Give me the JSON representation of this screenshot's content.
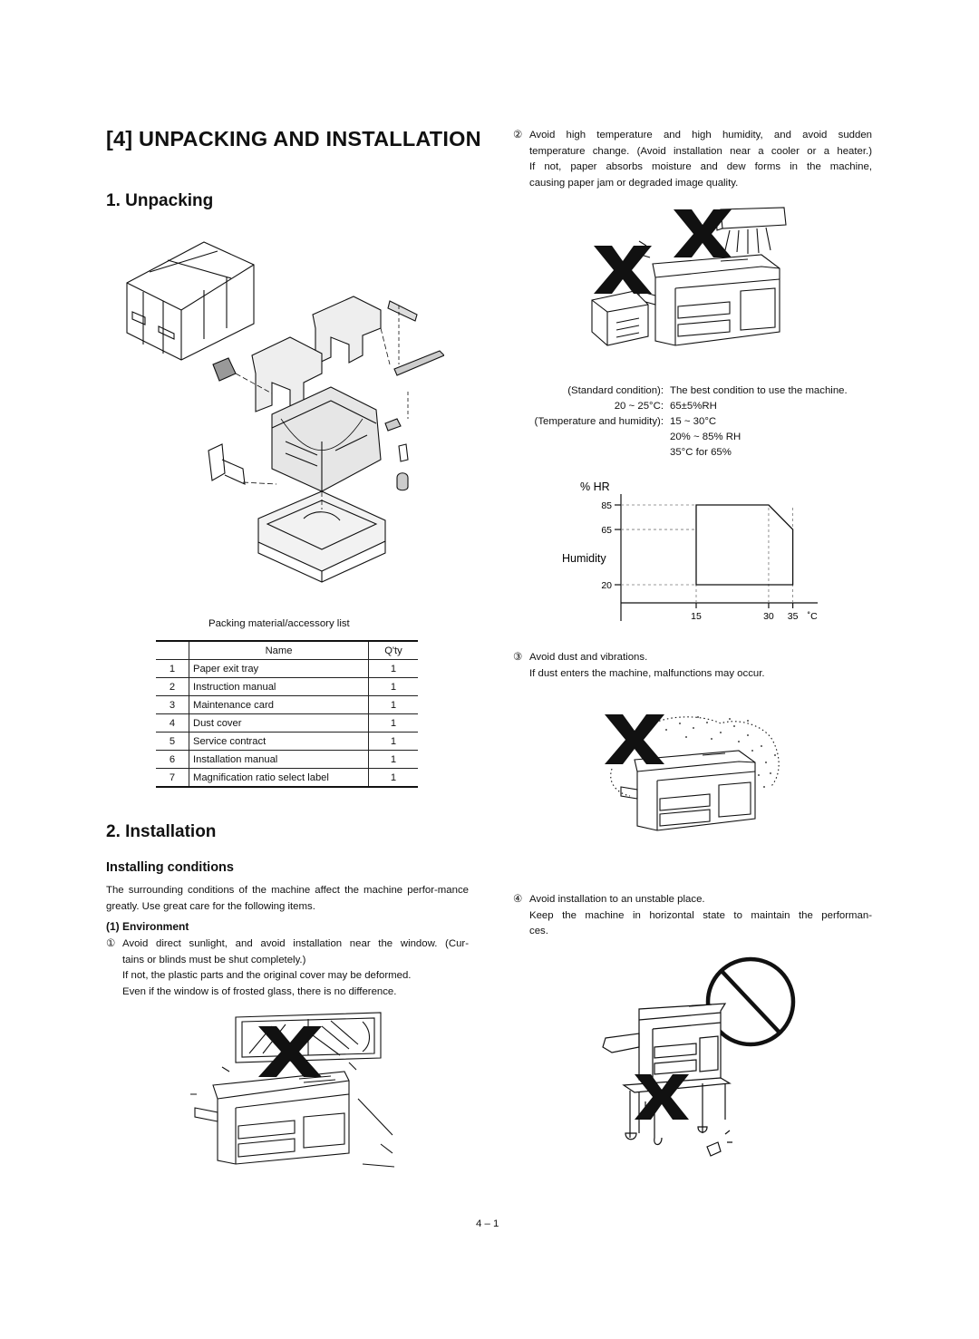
{
  "page": {
    "title": "[4] UNPACKING AND INSTALLATION",
    "section1_title": "1. Unpacking",
    "section2_title": "2. Installation",
    "subsection_title": "Installing conditions",
    "intro": "The surrounding conditions of the machine affect the machine perfor-mance greatly. Use great care for the following items.",
    "env_title": "(1) Environment",
    "page_number": "4 – 1"
  },
  "accessory_list": {
    "caption": "Packing material/accessory list",
    "header": {
      "name": "Name",
      "qty": "Q'ty"
    },
    "rows": [
      {
        "no": "1",
        "name": "Paper exit tray",
        "qty": "1"
      },
      {
        "no": "2",
        "name": "Instruction manual",
        "qty": "1"
      },
      {
        "no": "3",
        "name": "Maintenance card",
        "qty": "1"
      },
      {
        "no": "4",
        "name": "Dust cover",
        "qty": "1"
      },
      {
        "no": "5",
        "name": "Service contract",
        "qty": "1"
      },
      {
        "no": "6",
        "name": "Installation manual",
        "qty": "1"
      },
      {
        "no": "7",
        "name": "Magnification ratio select label",
        "qty": "1"
      }
    ]
  },
  "items": {
    "item1": {
      "num": "①",
      "line1": "Avoid direct sunlight, and avoid installation near the window. (Cur-",
      "line2": "tains or blinds must be shut completely.)",
      "line3": "If not, the plastic parts and the original cover may be deformed.",
      "line4": "Even if the window is of frosted glass, there is no difference."
    },
    "item2": {
      "num": "②",
      "line1": "Avoid high temperature and high humidity, and avoid sudden",
      "line2": "temperature change. (Avoid installation near a cooler or a heater.)",
      "line3": "If not, paper absorbs moisture and dew forms in the machine,",
      "line4": "causing paper jam or degraded image quality."
    },
    "item3": {
      "num": "③",
      "line1": "Avoid dust and vibrations.",
      "line2": "If dust enters the machine, malfunctions may occur."
    },
    "item4": {
      "num": "④",
      "line1": "Avoid installation to an unstable place.",
      "line2": "Keep the machine in horizontal state to maintain the performan-",
      "line3": "ces."
    }
  },
  "conditions": {
    "std_label": "(Standard condition):",
    "std_value": "The best condition to use the machine.",
    "std_temp": "20 ~ 25°C:",
    "std_hum": "65±5%RH",
    "th_label": "(Temperature and humidity):",
    "th_temp": "15 ~ 30°C",
    "th_hum": "20% ~ 85% RH",
    "th_note": "35°C for 65%"
  },
  "chart_data": {
    "type": "area",
    "ylabel_top": "% HR",
    "ylabel": "Humidity",
    "x_unit": "˚C",
    "x_ticks": [
      15,
      30,
      35
    ],
    "y_ticks": [
      20,
      65,
      85
    ],
    "region": [
      [
        15,
        20
      ],
      [
        15,
        85
      ],
      [
        30,
        85
      ],
      [
        35,
        65
      ],
      [
        35,
        20
      ]
    ]
  }
}
